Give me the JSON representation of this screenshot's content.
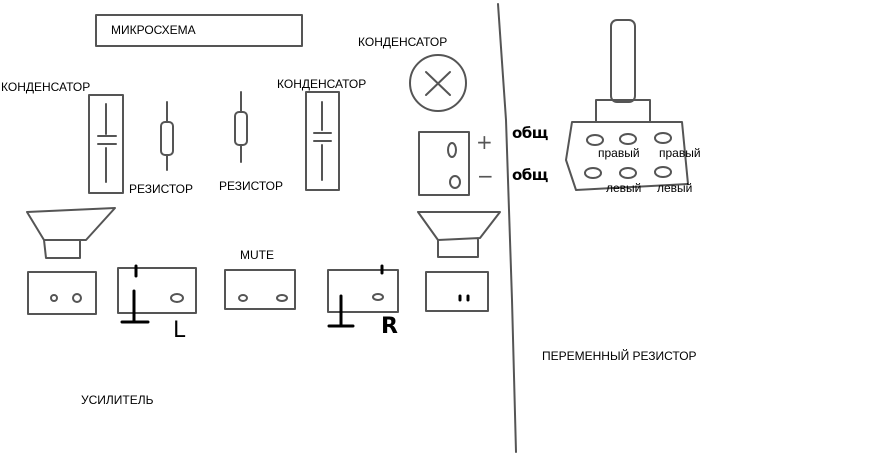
{
  "labels": {
    "chip": "МИКРОСХЕМА",
    "capacitor_top": "КОНДЕНСАТОР",
    "capacitor_left": "КОНДЕНСАТОР",
    "capacitor_mid": "КОНДЕНСАТОР",
    "resistor_1": "РЕЗИСТОР",
    "resistor_2": "РЕЗИСТОР",
    "mute": "MUTE",
    "amplifier": "УСИЛИТЕЛЬ",
    "variable_resistor": "ПЕРЕМЕННЫЙ РЕЗИСТОР",
    "right_1": "правый",
    "right_2": "правый",
    "left_1": "левый",
    "left_2": "левый",
    "common_1": "общ",
    "common_2": "общ",
    "plus": "+",
    "minus": "−",
    "channel_left": "L",
    "channel_right": "R"
  },
  "colors": {
    "ink": "#000000",
    "line": "#555555",
    "background": "#ffffff"
  }
}
